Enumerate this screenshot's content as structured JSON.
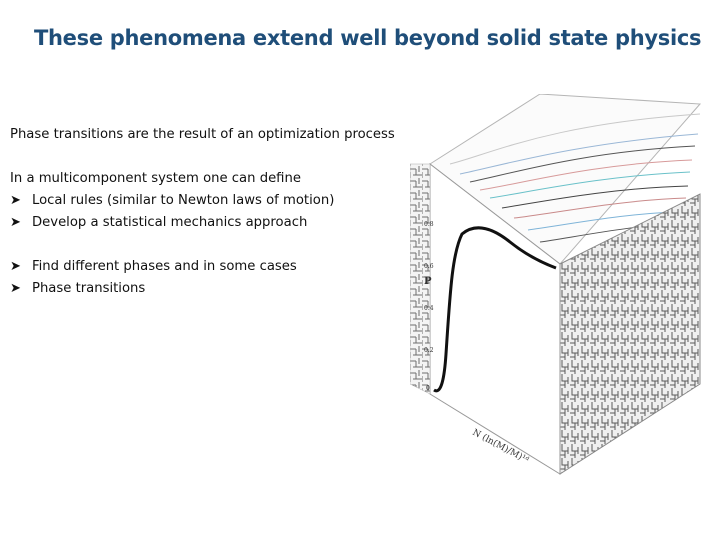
{
  "slide": {
    "title": "These phenomena extend well beyond solid state physics"
  },
  "content": {
    "intro": "Phase transitions are the result of an optimization process",
    "system_line": "In a multicomponent system one can define",
    "bullets_group1": [
      "Local rules (similar to Newton laws of motion)",
      "Develop a statistical mechanics approach"
    ],
    "bullets_group2": [
      "Find different phases and in some cases",
      "Phase transitions"
    ],
    "bullet_icon": "arrow-bullet-icon"
  },
  "figure": {
    "y_axis_label": "P",
    "x_axis_label": "N (ln(M)/M)¹ᵈ",
    "y_ticks": [
      "0.8",
      "0.6",
      "0.4",
      "0.2",
      "0"
    ]
  }
}
